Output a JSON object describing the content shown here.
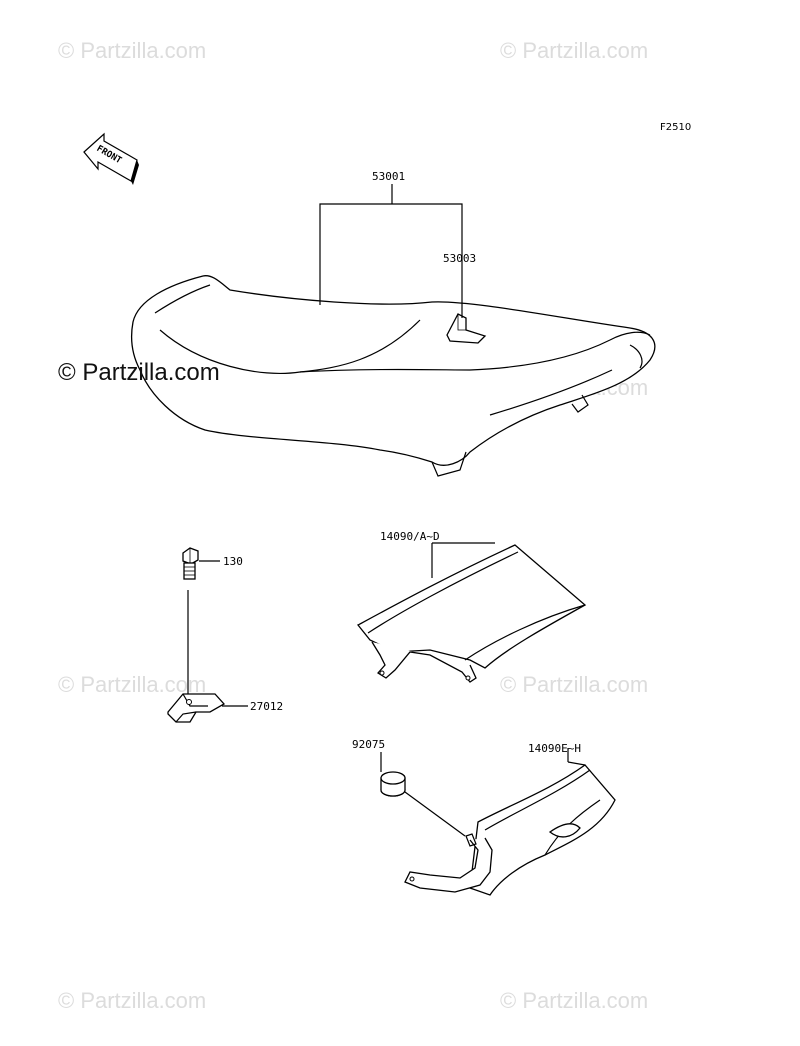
{
  "diagram": {
    "figure_code": "F2510",
    "front_arrow_label": "FRONT",
    "callouts": [
      {
        "part_no": "53001"
      },
      {
        "part_no": "53003"
      },
      {
        "part_no": "130"
      },
      {
        "part_no": "14090/A~D"
      },
      {
        "part_no": "27012"
      },
      {
        "part_no": "92075"
      },
      {
        "part_no": "14090E~H"
      }
    ]
  },
  "watermarks": {
    "text": "© Partzilla.com"
  }
}
